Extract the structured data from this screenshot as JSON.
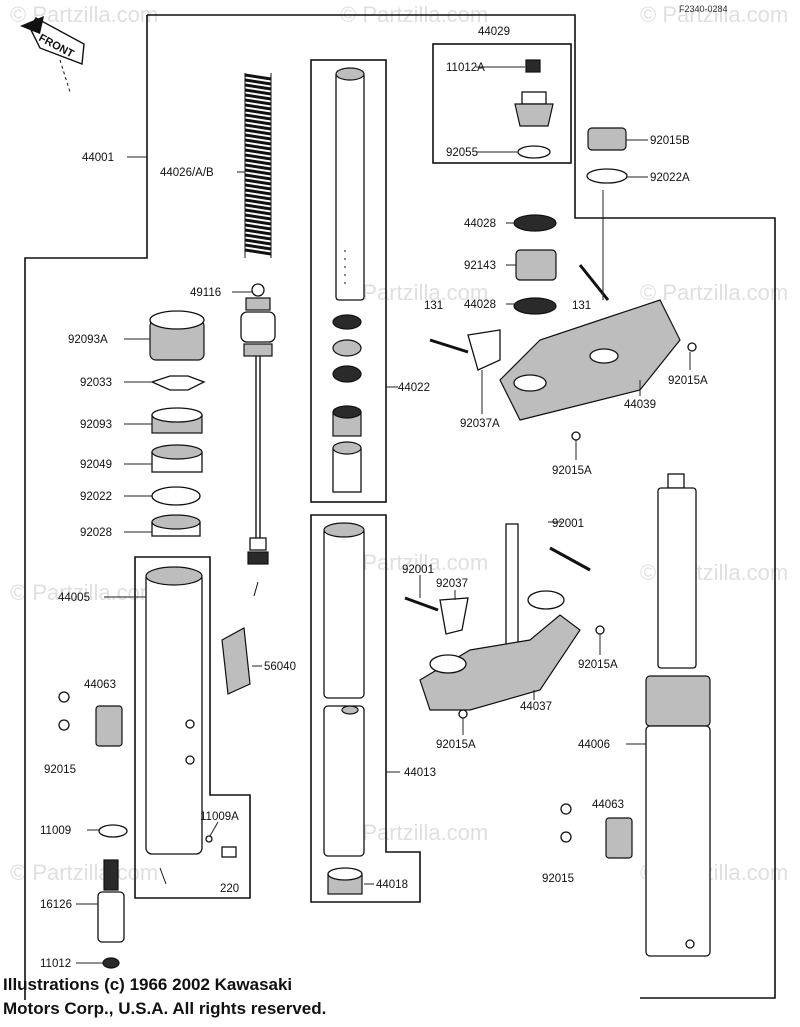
{
  "diagram": {
    "figure_code": "F2340-0284",
    "front_label": "FRONT",
    "watermark": "© Partzilla.com",
    "copyright_lines": [
      "Illustrations (c) 1966 2002 Kawasaki",
      "Motors Corp., U.S.A. All rights reserved."
    ],
    "callouts": {
      "c44001": "44001",
      "c44026": "44026/A/B",
      "c49116": "49116",
      "c92093A": "92093A",
      "c92033": "92033",
      "c92093": "92093",
      "c92049": "92049",
      "c92022": "92022",
      "c92028": "92028",
      "c44005": "44005",
      "c44063L": "44063",
      "c92015L": "92015",
      "c11009": "11009",
      "c11009A": "11009A",
      "c220": "220",
      "c16126": "16126",
      "c11012": "11012",
      "c56040": "56040",
      "c44022": "44022",
      "c44013": "44013",
      "c44018": "44018",
      "c44029": "44029",
      "c11012A": "11012A",
      "c92055": "92055",
      "c92015B": "92015B",
      "c92022A": "92022A",
      "c44028a": "44028",
      "c92143": "92143",
      "c44028b": "44028",
      "c131a": "131",
      "c131b": "131",
      "c92015Aa": "92015A",
      "c44039": "44039",
      "c92037A": "92037A",
      "c92015Ab": "92015A",
      "c92001a": "92001",
      "c92001b": "92001",
      "c92037": "92037",
      "c92015Ac": "92015A",
      "c44037": "44037",
      "c92015Ad": "92015A",
      "c44006": "44006",
      "c44063R": "44063",
      "c92015R": "92015"
    }
  }
}
